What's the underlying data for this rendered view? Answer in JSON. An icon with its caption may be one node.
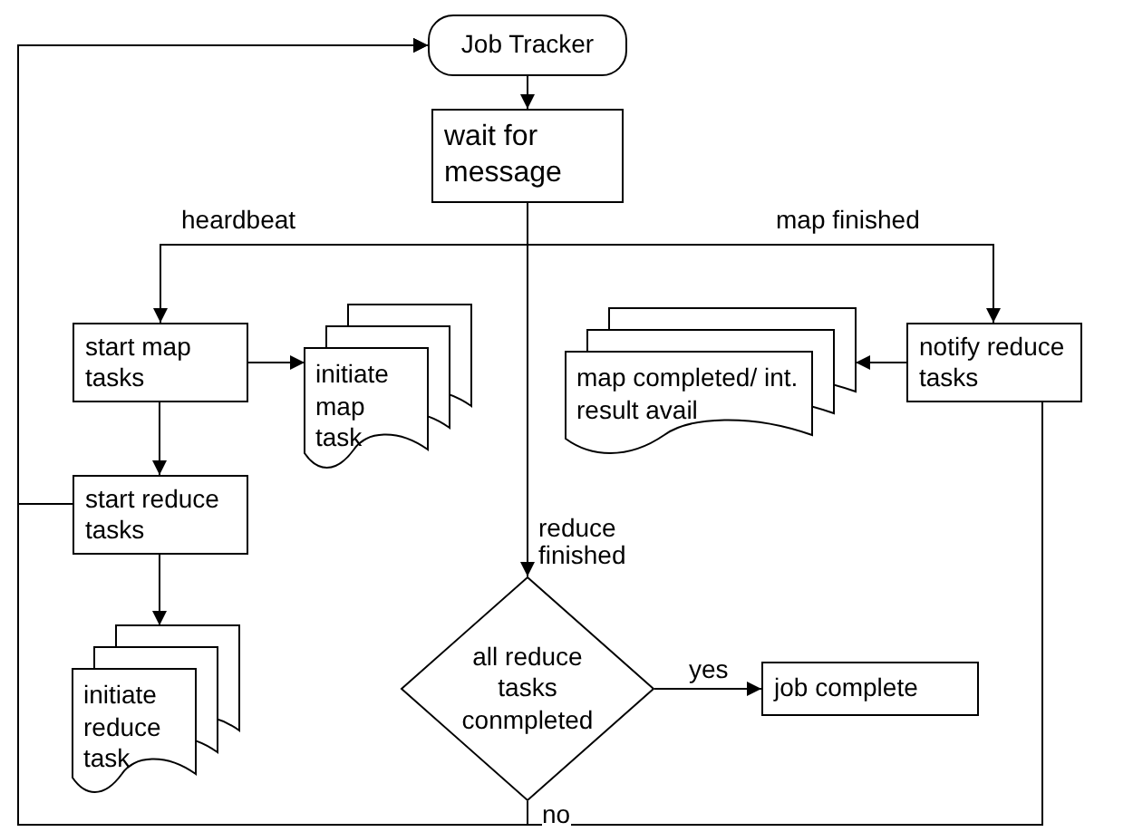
{
  "diagram": {
    "nodes": [
      {
        "text": [
          "Job Tracker"
        ]
      },
      {
        "text": [
          "wait for message"
        ]
      },
      {
        "text": [
          "start map tasks"
        ]
      },
      {
        "text": [
          "initiate map task"
        ]
      },
      {
        "text": [
          "map completed/ int. result avail"
        ]
      },
      {
        "text": [
          "notify reduce tasks"
        ]
      },
      {
        "text": [
          "start reduce tasks"
        ]
      },
      {
        "text": [
          "initiate reduce task"
        ]
      },
      {
        "text": [
          "all reduce tasks conmpleted"
        ]
      },
      {
        "text": [
          "job complete"
        ]
      }
    ],
    "edges": [
      {
        "from": 0,
        "to": 1,
        "arrow": "to"
      },
      {
        "from": 1,
        "to": 2,
        "arrow": "to",
        "label": "heardbeat"
      },
      {
        "from": 1,
        "to": 5,
        "arrow": "to",
        "label": "map finished"
      },
      {
        "from": 1,
        "to": 8,
        "arrow": "to",
        "label": "reduce finished"
      },
      {
        "from": 2,
        "to": 3,
        "arrow": "to"
      },
      {
        "from": 5,
        "to": 4,
        "arrow": "to"
      },
      {
        "from": 2,
        "to": 6,
        "arrow": "to"
      },
      {
        "from": 6,
        "to": 7,
        "arrow": "to"
      },
      {
        "from": 6,
        "to": 0,
        "arrow": "to"
      },
      {
        "from": 8,
        "to": 9,
        "arrow": "to",
        "label": "yes"
      },
      {
        "from": 8,
        "to": 0,
        "arrow": "to",
        "label": "no"
      },
      {
        "from": 5,
        "to": 0,
        "arrow": "to"
      }
    ]
  }
}
